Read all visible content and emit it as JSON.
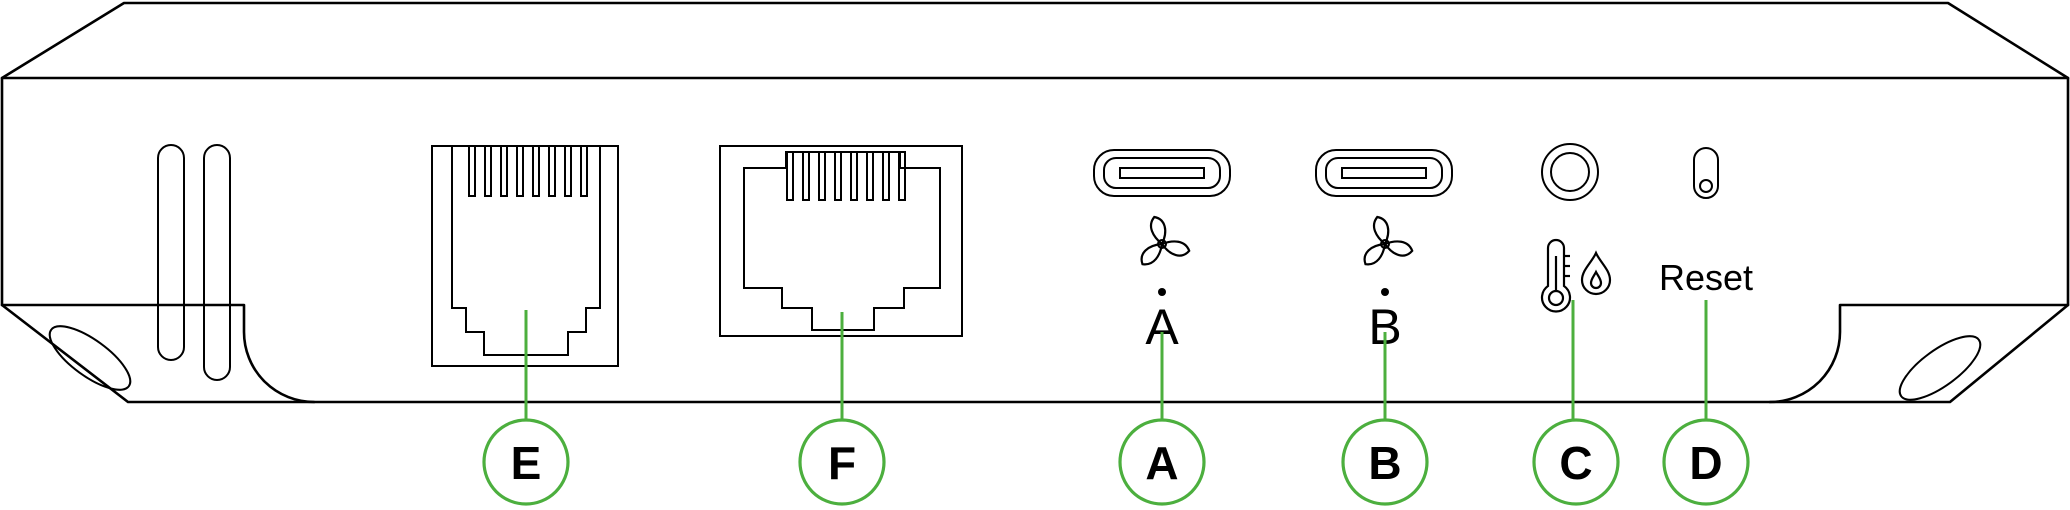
{
  "ports": {
    "usb_a_label": "A",
    "usb_b_label": "B",
    "reset_label": "Reset"
  },
  "callouts": [
    "E",
    "F",
    "A",
    "B",
    "C",
    "D"
  ],
  "icons": [
    "fan-icon",
    "fan-icon",
    "thermometer-icon",
    "water-drop-icon"
  ],
  "colors": {
    "outline": "#000000",
    "callout": "#4caf3e"
  }
}
